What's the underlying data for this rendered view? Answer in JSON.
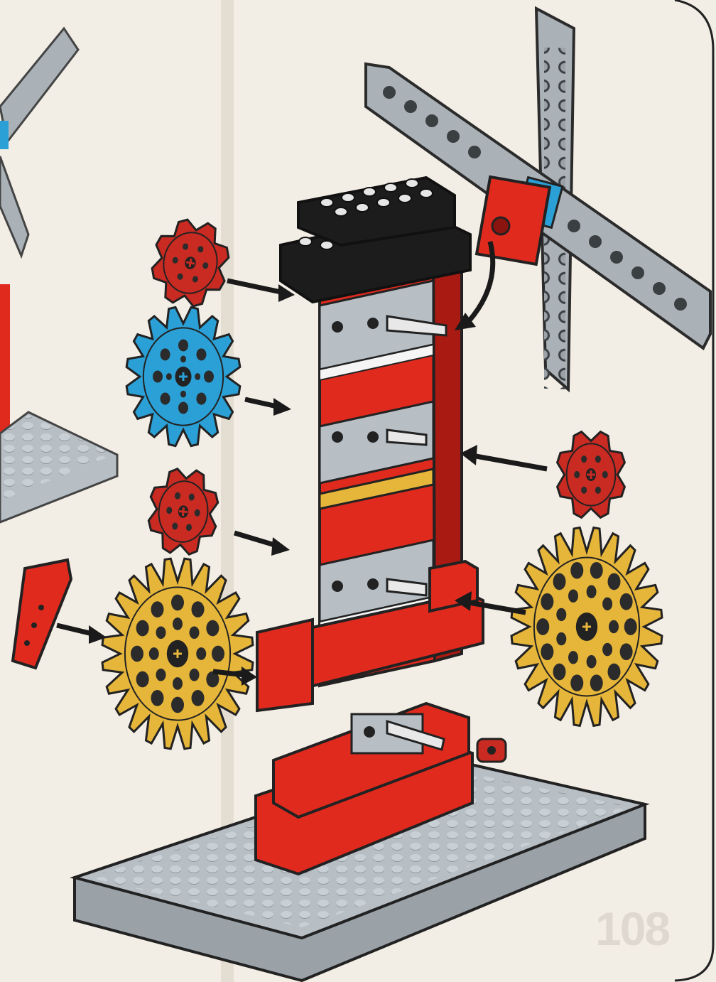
{
  "page": {
    "number_text": "108"
  },
  "colors": {
    "paper": "#f3eee5",
    "brick_red": "#e02a1e",
    "brick_red_dark": "#a81a12",
    "gear_red": "#c92a22",
    "gear_blue": "#2aa0d6",
    "gear_yellow": "#e6b63a",
    "plate_gray": "#b7bfc5",
    "plate_gray_dark": "#6f777c",
    "black": "#1c1c1c",
    "arrow": "#1a1a1a"
  },
  "parts": [
    {
      "name": "windmill-sail-assembly",
      "color": "gray"
    },
    {
      "name": "small-red-gear",
      "teeth": 8
    },
    {
      "name": "blue-gear",
      "teeth": 16
    },
    {
      "name": "yellow-gear",
      "teeth": 24
    },
    {
      "name": "red-beam-with-holes"
    },
    {
      "name": "red-bushing"
    },
    {
      "name": "gray-baseplate"
    }
  ]
}
